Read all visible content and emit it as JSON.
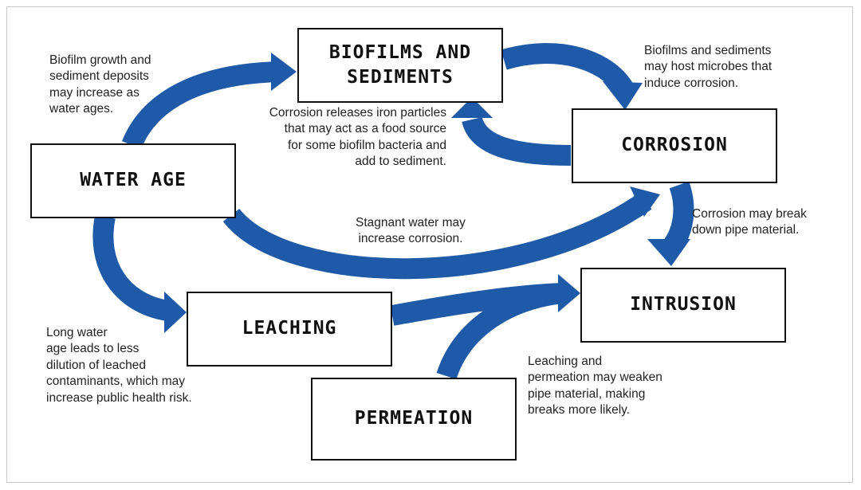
{
  "colors": {
    "arrow": "#1e5aa8",
    "box_border": "#111111",
    "text": "#222222"
  },
  "boxes": {
    "biofilms": "BIOFILMS AND\nSEDIMENTS",
    "corrosion": "CORROSION",
    "water_age": "WATER AGE",
    "leaching": "LEACHING",
    "intrusion": "INTRUSION",
    "permeation": "PERMEATION"
  },
  "notes": {
    "water_age_to_biofilms": "Biofilm growth and\nsediment deposits\nmay increase as\nwater ages.",
    "biofilms_to_corrosion": "Biofilms and sediments\nmay host microbes that\ninduce corrosion.",
    "corrosion_to_biofilms": "Corrosion releases iron particles\nthat may act as a food source\nfor some biofilm bacteria and\nadd to sediment.",
    "water_age_to_corrosion": "Stagnant water may\nincrease corrosion.",
    "corrosion_to_intrusion": "Corrosion may break\ndown pipe material.",
    "water_age_to_leaching": "Long water\nage leads to less\ndilution of leached\ncontaminants, which may\nincrease public health risk.",
    "leaching_permeation_to_intrusion": "Leaching and\npermeation may weaken\npipe material, making\nbreaks more likely."
  }
}
